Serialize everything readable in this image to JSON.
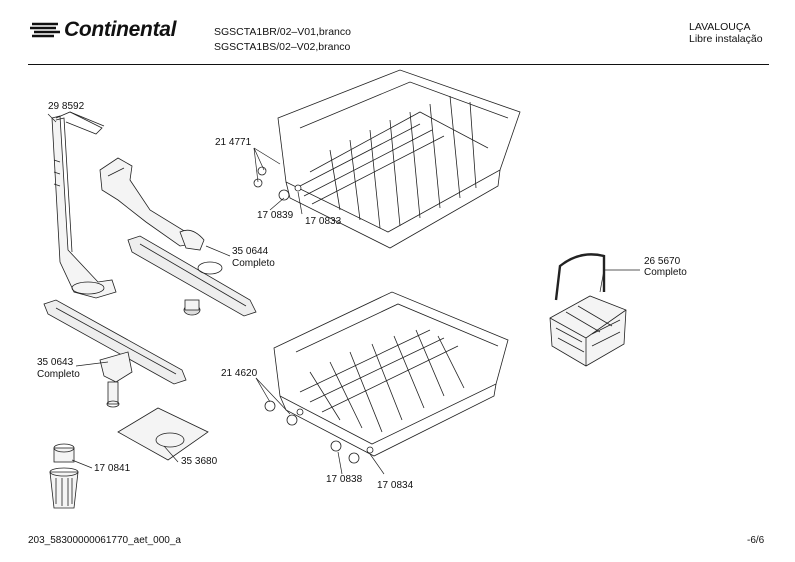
{
  "header": {
    "brand": "Continental",
    "model_line_1": "SGSCTA1BR/02–V01,branco",
    "model_line_2": "SGSCTA1BS/02–V02,branco",
    "category": "LAVALOUÇA",
    "subcategory": "Libre instalação"
  },
  "parts": {
    "p298592": "29 8592",
    "p214771": "21 4771",
    "p170839": "17 0839",
    "p170833": "17 0833",
    "p350644": "35 0644",
    "p350644_note": "Completo",
    "p265670": "26 5670",
    "p265670_note": "Completo",
    "p350643": "35 0643",
    "p350643_note": "Completo",
    "p214620": "21 4620",
    "p353680": "35 3680",
    "p170841": "17 0841",
    "p170838": "17 0838",
    "p170834": "17 0834"
  },
  "footer": {
    "doc_code": "203_58300000061770_aet_000_a",
    "page": "-6/6"
  }
}
